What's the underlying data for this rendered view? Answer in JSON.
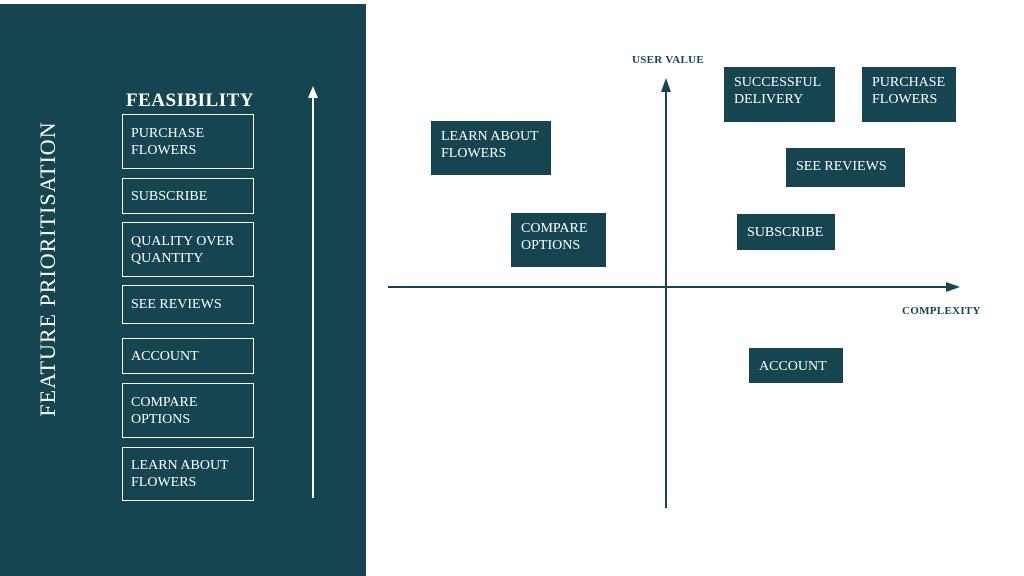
{
  "sidebar": {
    "title": "FEATURE PRIORITISATION",
    "heading": "FEASIBILITY",
    "items": [
      "PURCHASE FLOWERS",
      "SUBSCRIBE",
      "QUALITY OVER QUANTITY",
      "SEE REVIEWS",
      "ACCOUNT",
      "COMPARE OPTIONS",
      "LEARN ABOUT FLOWERS"
    ]
  },
  "matrix": {
    "y_axis_label": "USER VALUE",
    "x_axis_label": "COMPLEXITY",
    "items": [
      "SUCCESSFUL DELIVERY",
      "PURCHASE FLOWERS",
      "LEARN ABOUT FLOWERS",
      "SEE REVIEWS",
      "COMPARE OPTIONS",
      "SUBSCRIBE",
      "ACCOUNT"
    ]
  },
  "colors": {
    "panel": "#144550",
    "text_on_panel": "#ffffff"
  }
}
